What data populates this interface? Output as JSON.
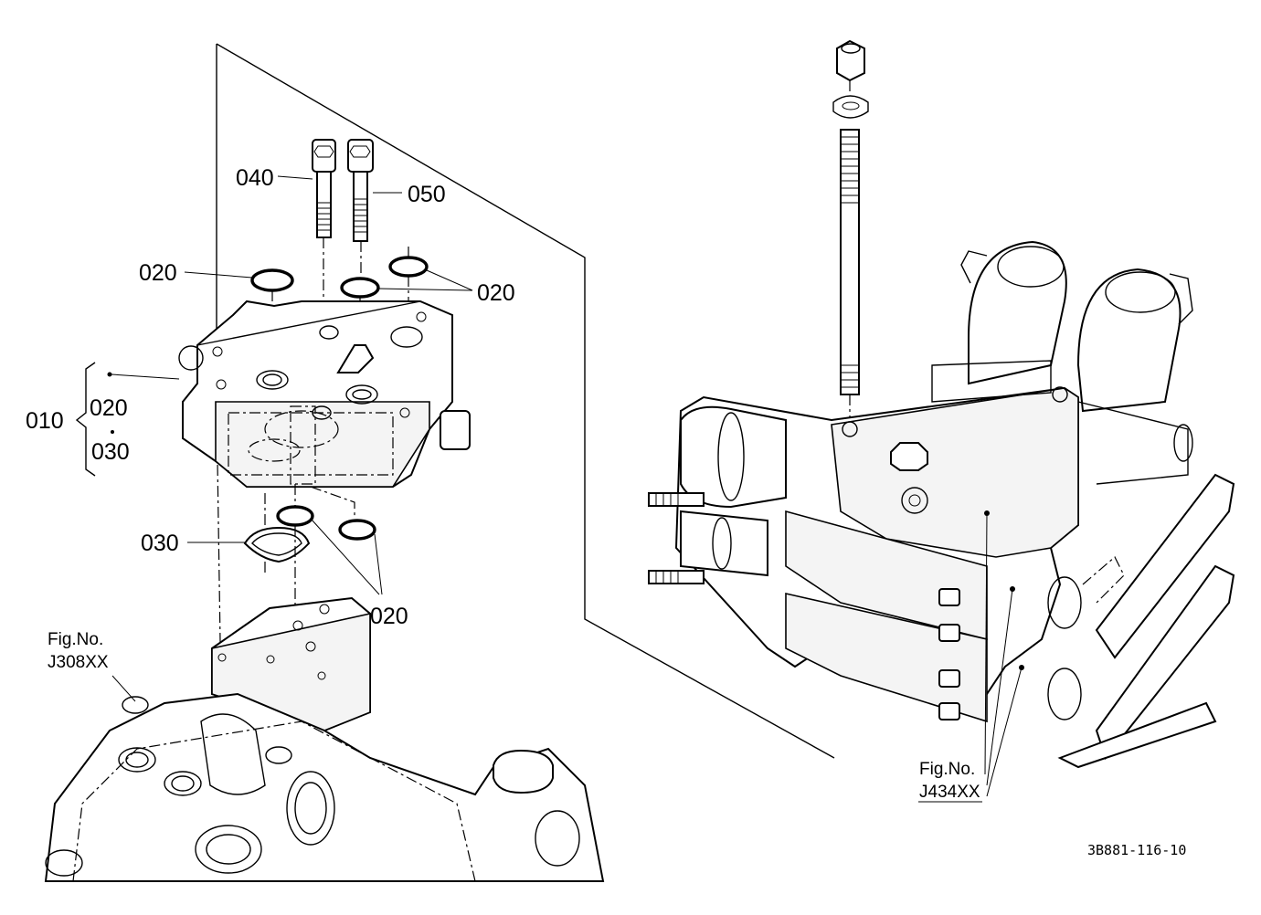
{
  "callouts": {
    "c010": "010",
    "c020_kit": "020",
    "c030_kit": "030",
    "c020_left": "020",
    "c020_right": "020",
    "c020_bottom": "020",
    "c030_gasket": "030",
    "c040": "040",
    "c050": "050"
  },
  "references": {
    "ref_left_label": "Fig.No.",
    "ref_left_code": "J308XX",
    "ref_right_label": "Fig.No.",
    "ref_right_code": "J434XX"
  },
  "drawing_number": "3B881-116-10"
}
